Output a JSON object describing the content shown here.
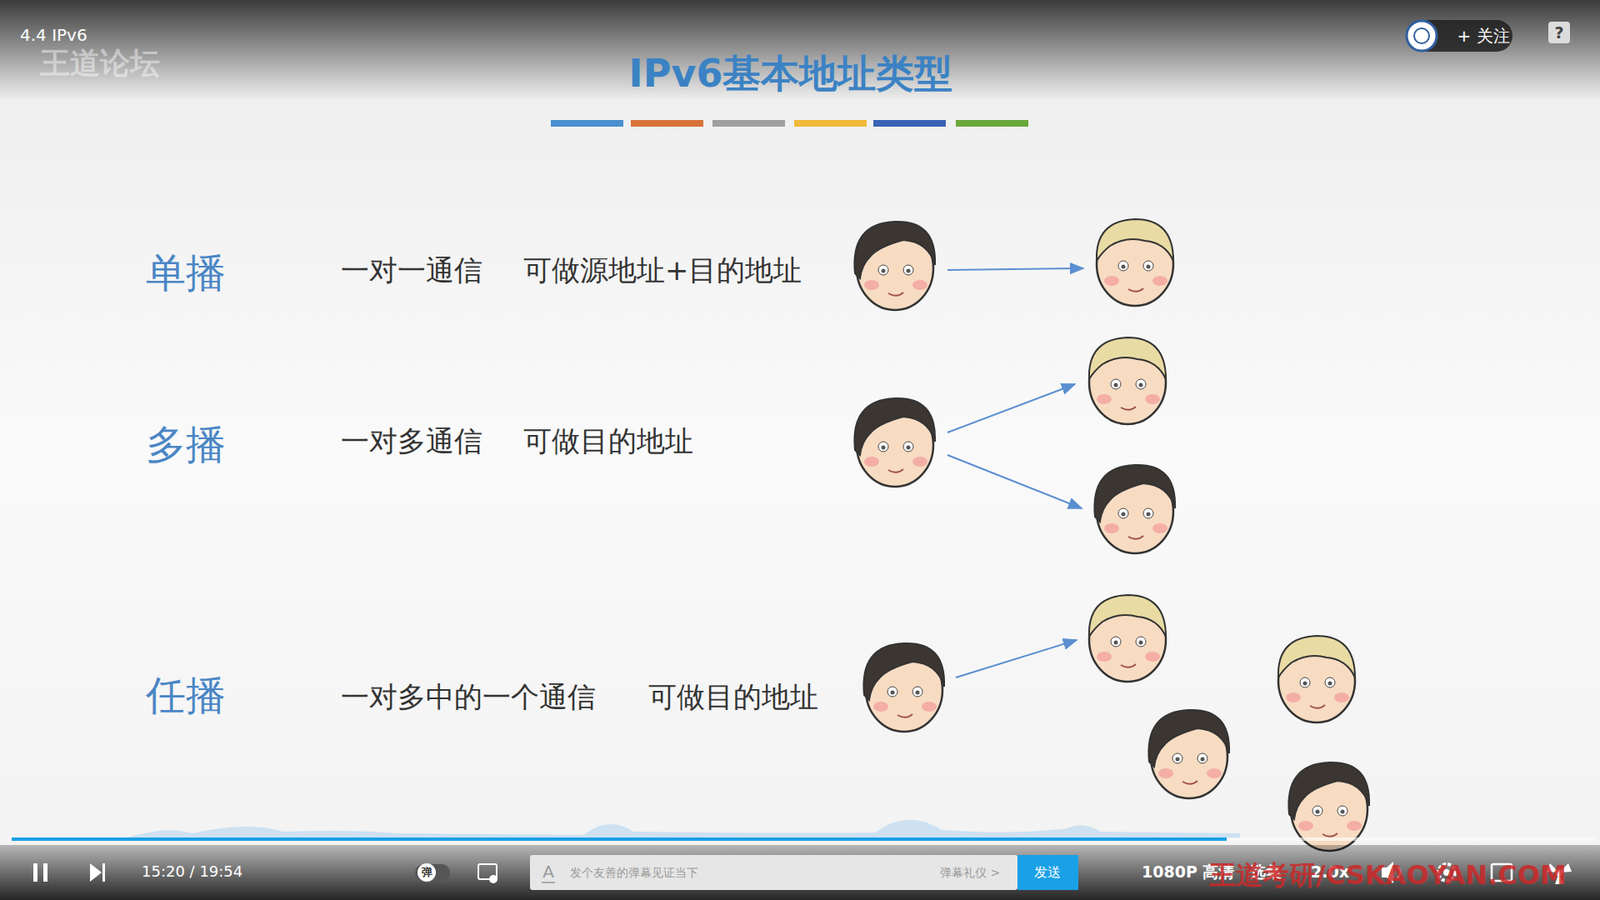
{
  "diagram": {
    "title": "IPv6基本地址类型",
    "labels": [
      "4.4 IPv6",
      "王道论坛",
      "+ 关注",
      "?",
      "单播",
      "一对一通信",
      "可做源地址+目的地址",
      "多播",
      "一对多通信",
      "可做目的地址",
      "任播",
      "一对多中的一个通信",
      "可做目的地址",
      "15:20 / 19:54",
      "弹",
      "A",
      "发个友善的弹幕见证当下",
      "弹幕礼仪 >",
      "发送",
      "1080P 高清",
      "选集",
      "2.0x",
      "王道考研/CSKAOYAN.COM"
    ]
  }
}
